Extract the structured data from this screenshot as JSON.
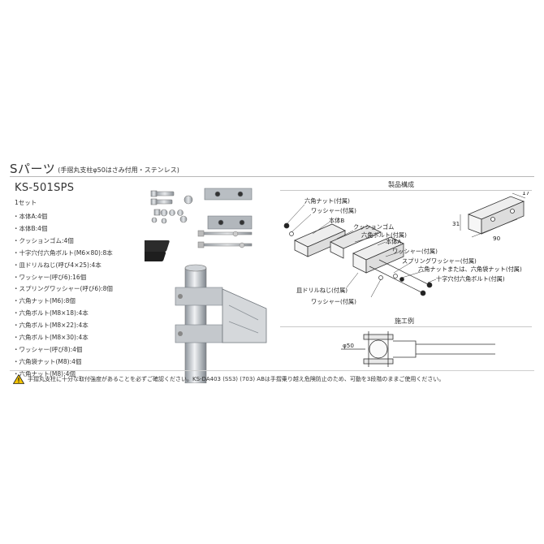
{
  "header": {
    "title": "Sパーツ",
    "subtitle": "(手摺丸支柱φ50はさみ付用・ステンレス)"
  },
  "product": {
    "model": "KS-501SPS",
    "set_label": "1セット",
    "parts": [
      "・本体A:4個",
      "・本体B:4個",
      "・クッションゴム:4個",
      "・十字穴付六角ボルト(M6×80):8本",
      "・皿ドリルねじ(呼び4×25):4本",
      "・ワッシャー(呼び6):16個",
      "・スプリングワッシャー(呼び6):8個",
      "・六角ナット(M6):8個",
      "・六角ボルト(M8×18):4本",
      "・六角ボルト(M8×22):4本",
      "・六角ボルト(M8×30):4本",
      "・ワッシャー(呼び8):4個",
      "・六角袋ナット(M8):4個",
      "・六角ナット(M8):4個"
    ]
  },
  "diagram": {
    "section_title": "製品構成",
    "labels": {
      "hex_nut": "六角ナット(付属)",
      "washer_top": "ワッシャー(付属)",
      "body_b": "本体B",
      "cushion": "クッションゴム",
      "hex_bolt": "六角ボルト(付属)",
      "body_a": "本体A",
      "washer_mid": "ワッシャー(付属)",
      "spring_washer": "スプリングワッシャー(付属)",
      "cap_nut": "六角ナットまたは、六角袋ナット(付属)",
      "cross_bolt": "十字穴付六角ボルト(付属)",
      "screw": "皿ドリルねじ(付属)",
      "washer_bottom": "ワッシャー(付属)"
    },
    "dims": {
      "d1": "17",
      "d2": "31",
      "d3": "90"
    }
  },
  "example": {
    "section_title": "施工例",
    "diameter": "φ50"
  },
  "note": "手摺丸支柱に十分な取付強度があることを必ずご確認ください。KS-DA403 (SS3) (703) ABは手摺乗り越え危険防止のため、可動を3段階のままご使用ください。"
}
